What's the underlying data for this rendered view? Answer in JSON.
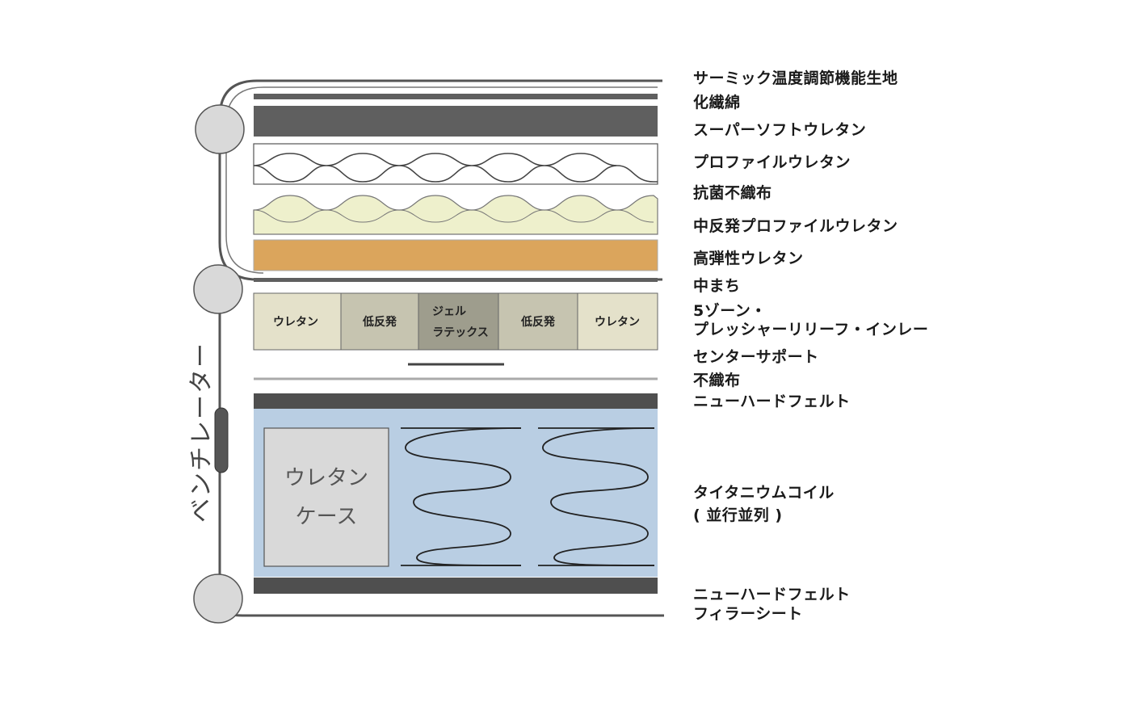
{
  "layers": {
    "thermic_fabric": "サーミック温度調節機能生地",
    "synthetic_cotton": "化繊綿",
    "super_soft_urethane": "スーパーソフトウレタン",
    "profile_urethane": "プロファイルウレタン",
    "antibacterial_nonwoven": "抗菌不織布",
    "mid_rebound_profile_urethane": "中反発プロファイルウレタン",
    "high_resilience_urethane": "高弾性ウレタン",
    "nakamachi": "中まち",
    "zone_inlay_line1": "5ゾーン・",
    "zone_inlay_line2": "プレッシャーリリーフ・インレー",
    "center_support": "センターサポート",
    "nonwoven": "不織布",
    "new_hard_felt_top": "ニューハードフェルト",
    "titanium_coil_line1": "タイタニウムコイル",
    "titanium_coil_line2": "( 並行並列 )",
    "new_hard_felt_bottom": "ニューハードフェルト",
    "filler_sheet": "フィラーシート"
  },
  "inlay_zones": {
    "z1": "ウレタン",
    "z2": "低反発",
    "z3_line1": "ジェル",
    "z3_line2": "ラテックス",
    "z4": "低反発",
    "z5": "ウレタン"
  },
  "urethane_case": {
    "line1": "ウレタン",
    "line2": "ケース"
  },
  "ventilator": "ベンチレーター",
  "colors": {
    "dark_band": "#5f5f5f",
    "mid_rebound_fill": "#eef0cc",
    "high_resilience_fill": "#dba55c",
    "coil_bg": "#b9cee3",
    "case_fill": "#d9d9d9",
    "zone_light": "#e4e1ca",
    "zone_mid": "#c6c4b0",
    "zone_gel": "#9e9d8d"
  }
}
